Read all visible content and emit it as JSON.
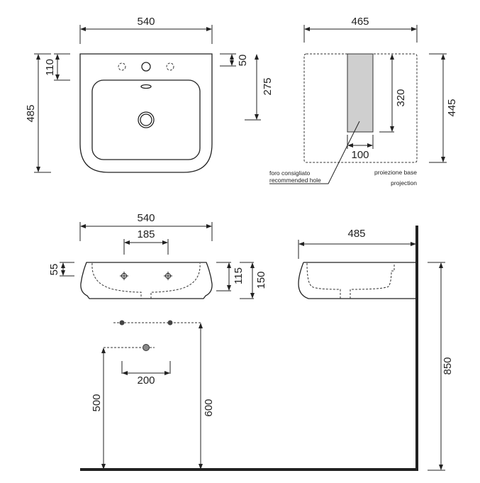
{
  "top_view": {
    "width_label": "540",
    "depth_label": "485",
    "tap_offset_label": "110",
    "rim_label": "50",
    "drain_offset_label": "275"
  },
  "projection_view": {
    "width_label": "465",
    "depth_label": "445",
    "hole_height_label": "320",
    "hole_width_label": "100",
    "hole_note_it": "foro consigliato",
    "hole_note_en": "recommended hole",
    "projection_note_it": "proiezione base",
    "projection_note_en": "projection",
    "hole_fill_color": "#cfcfcf"
  },
  "front_view": {
    "width_label": "540",
    "tap_spacing_label": "185",
    "tap_height_label": "55",
    "bowl_height_label": "115",
    "total_height_label": "150"
  },
  "side_view": {
    "depth_label": "485",
    "mount_height_label": "850"
  },
  "installation": {
    "supply_spacing_label": "200",
    "drain_height_label": "500",
    "supply_height_label": "600"
  }
}
